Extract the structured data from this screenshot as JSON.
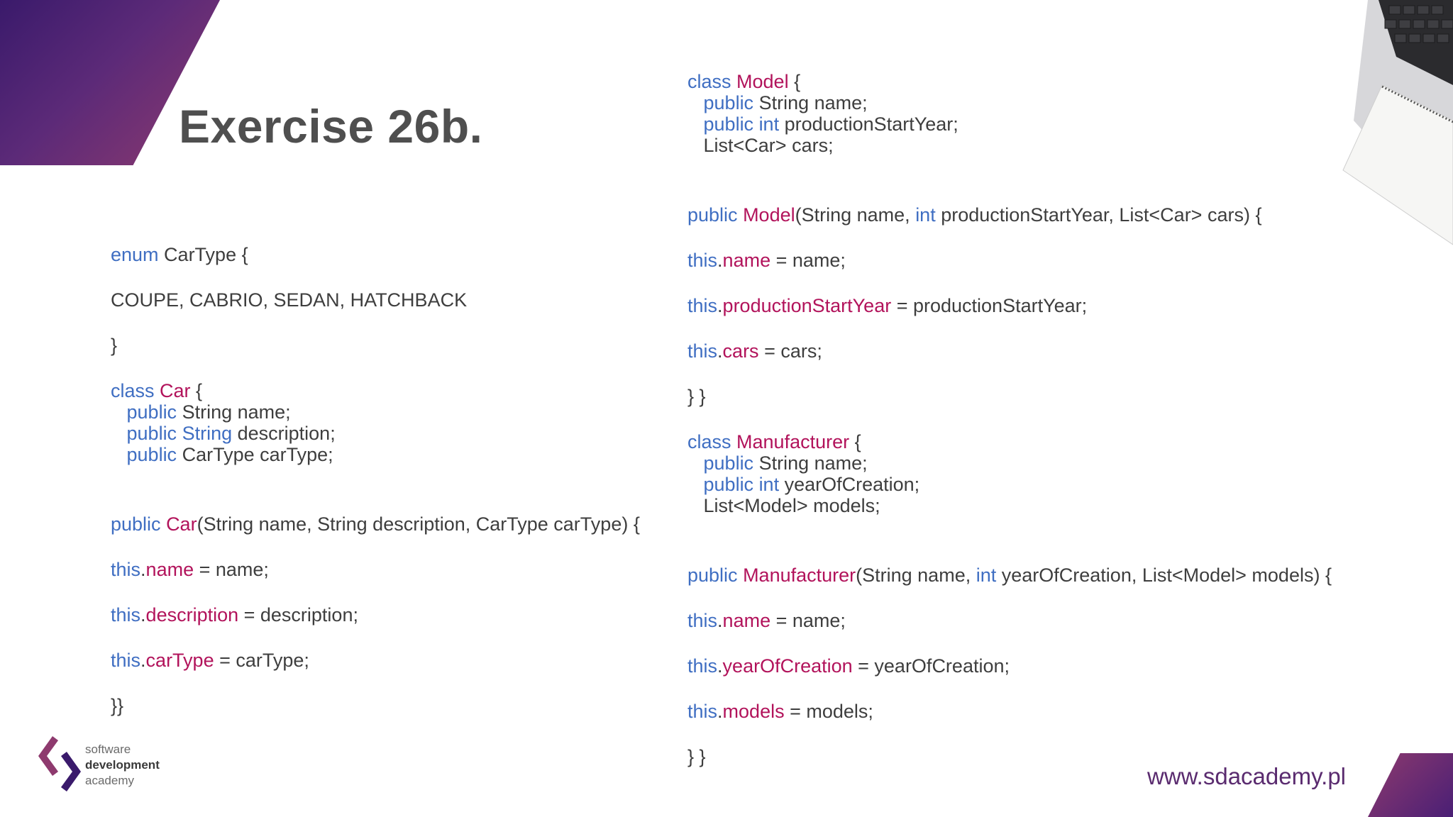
{
  "slide": {
    "title": "Exercise 26b.",
    "url": "www.sdacademy.pl"
  },
  "logo": {
    "line1": "software",
    "line2": "development",
    "line3": "academy"
  },
  "colors": {
    "keyword": "#3f6ec2",
    "identifier": "#b2135b",
    "text": "#3e3e3e",
    "brand": "#5a2b6f"
  },
  "code_left": [
    [
      [
        "kw",
        "enum"
      ],
      [
        "t",
        " CarType {"
      ]
    ],
    [],
    [
      [
        "t",
        "COUPE, CABRIO, SEDAN, HATCHBACK"
      ]
    ],
    [],
    [
      [
        "t",
        "}"
      ]
    ],
    [],
    [
      [
        "kw",
        "class"
      ],
      [
        "t",
        " "
      ],
      [
        "nm",
        "Car"
      ],
      [
        "t",
        " {"
      ]
    ],
    [
      [
        "t",
        "   "
      ],
      [
        "kw",
        "public"
      ],
      [
        "t",
        " String name;"
      ]
    ],
    [
      [
        "t",
        "   "
      ],
      [
        "kw",
        "public"
      ],
      [
        "t",
        " "
      ],
      [
        "kw",
        "String"
      ],
      [
        "t",
        " description;"
      ]
    ],
    [
      [
        "t",
        "   "
      ],
      [
        "kw",
        "public"
      ],
      [
        "t",
        " CarType carType;"
      ]
    ],
    [],
    [],
    [
      [
        "kw",
        "public"
      ],
      [
        "t",
        " "
      ],
      [
        "nm",
        "Car"
      ],
      [
        "t",
        "(String name, String description, CarType carType) {"
      ]
    ],
    [],
    [
      [
        "kw",
        "this"
      ],
      [
        "t",
        "."
      ],
      [
        "nm",
        "name"
      ],
      [
        "t",
        " = name;"
      ]
    ],
    [],
    [
      [
        "kw",
        "this"
      ],
      [
        "t",
        "."
      ],
      [
        "nm",
        "description"
      ],
      [
        "t",
        " = description;"
      ]
    ],
    [],
    [
      [
        "kw",
        "this"
      ],
      [
        "t",
        "."
      ],
      [
        "nm",
        "carType"
      ],
      [
        "t",
        " = carType;"
      ]
    ],
    [],
    [
      [
        "t",
        "}}"
      ]
    ]
  ],
  "code_right": [
    [
      [
        "kw",
        "class"
      ],
      [
        "t",
        " "
      ],
      [
        "nm",
        "Model"
      ],
      [
        "t",
        " {"
      ]
    ],
    [
      [
        "t",
        "   "
      ],
      [
        "kw",
        "public"
      ],
      [
        "t",
        " String name;"
      ]
    ],
    [
      [
        "t",
        "   "
      ],
      [
        "kw",
        "public int"
      ],
      [
        "t",
        " productionStartYear;"
      ]
    ],
    [
      [
        "t",
        "   List<Car> cars;"
      ]
    ],
    [],
    [],
    [
      [
        "kw",
        "public"
      ],
      [
        "t",
        " "
      ],
      [
        "nm",
        "Model"
      ],
      [
        "t",
        "(String name, "
      ],
      [
        "kw",
        "int"
      ],
      [
        "t",
        " productionStartYear, List<Car> cars) {"
      ]
    ],
    [],
    [
      [
        "kw",
        "this"
      ],
      [
        "t",
        "."
      ],
      [
        "nm",
        "name"
      ],
      [
        "t",
        " = name;"
      ]
    ],
    [],
    [
      [
        "kw",
        "this"
      ],
      [
        "t",
        "."
      ],
      [
        "nm",
        "productionStartYear"
      ],
      [
        "t",
        " = productionStartYear;"
      ]
    ],
    [],
    [
      [
        "kw",
        "this"
      ],
      [
        "t",
        "."
      ],
      [
        "nm",
        "cars"
      ],
      [
        "t",
        " = cars;"
      ]
    ],
    [],
    [
      [
        "t",
        "} }"
      ]
    ],
    [],
    [
      [
        "kw",
        "class"
      ],
      [
        "t",
        " "
      ],
      [
        "nm",
        "Manufacturer"
      ],
      [
        "t",
        " {"
      ]
    ],
    [
      [
        "t",
        "   "
      ],
      [
        "kw",
        "public"
      ],
      [
        "t",
        " String name;"
      ]
    ],
    [
      [
        "t",
        "   "
      ],
      [
        "kw",
        "public int"
      ],
      [
        "t",
        " yearOfCreation;"
      ]
    ],
    [
      [
        "t",
        "   List<Model> models;"
      ]
    ],
    [],
    [],
    [
      [
        "kw",
        "public"
      ],
      [
        "t",
        " "
      ],
      [
        "nm",
        "Manufacturer"
      ],
      [
        "t",
        "(String name, "
      ],
      [
        "kw",
        "int"
      ],
      [
        "t",
        " yearOfCreation, List<Model> models) {"
      ]
    ],
    [],
    [
      [
        "kw",
        "this"
      ],
      [
        "t",
        "."
      ],
      [
        "nm",
        "name"
      ],
      [
        "t",
        " = name;"
      ]
    ],
    [],
    [
      [
        "kw",
        "this"
      ],
      [
        "t",
        "."
      ],
      [
        "nm",
        "yearOfCreation"
      ],
      [
        "t",
        " = yearOfCreation;"
      ]
    ],
    [],
    [
      [
        "kw",
        "this"
      ],
      [
        "t",
        "."
      ],
      [
        "nm",
        "models"
      ],
      [
        "t",
        " = models;"
      ]
    ],
    [],
    [
      [
        "t",
        "} }"
      ]
    ]
  ]
}
